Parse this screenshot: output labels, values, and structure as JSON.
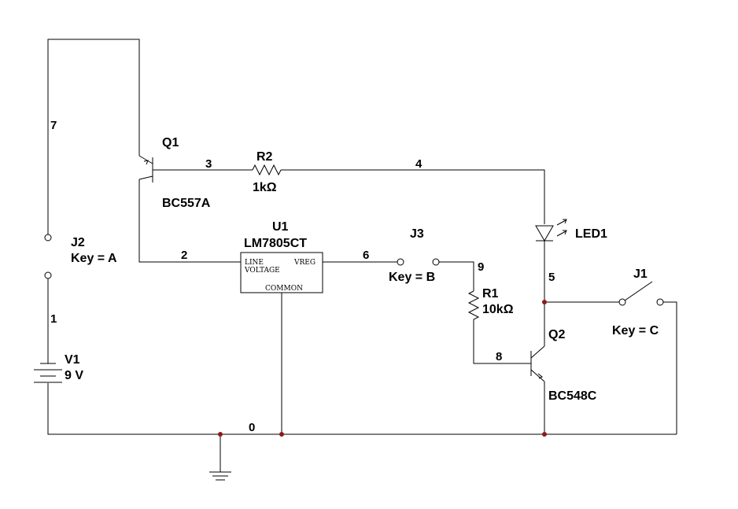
{
  "colors": {
    "wire": "#000000",
    "junction": "#8b1a1a",
    "background": "#ffffff"
  },
  "nets": [
    "7",
    "3",
    "4",
    "2",
    "6",
    "9",
    "5",
    "8",
    "1",
    "0"
  ],
  "components": {
    "q1": {
      "ref": "Q1",
      "model": "BC557A"
    },
    "r2": {
      "ref": "R2",
      "value": "1kΩ"
    },
    "u1": {
      "ref": "U1",
      "model": "LM7805CT",
      "pin_line": "LINE",
      "pin_voltage": "VOLTAGE",
      "pin_vreg": "VREG",
      "pin_common": "COMMON"
    },
    "j2": {
      "ref": "J2",
      "key": "Key = A"
    },
    "j3": {
      "ref": "J3",
      "key": "Key = B"
    },
    "led1": {
      "ref": "LED1"
    },
    "j1": {
      "ref": "J1",
      "key": "Key = C"
    },
    "r1": {
      "ref": "R1",
      "value": "10kΩ"
    },
    "q2": {
      "ref": "Q2",
      "model": "BC548C"
    },
    "v1": {
      "ref": "V1",
      "value": "9 V"
    }
  },
  "icons": [
    "ground-icon",
    "pnp-transistor-icon",
    "npn-transistor-icon",
    "resistor-icon",
    "led-icon",
    "battery-icon",
    "switch-icon",
    "regulator-icon"
  ]
}
